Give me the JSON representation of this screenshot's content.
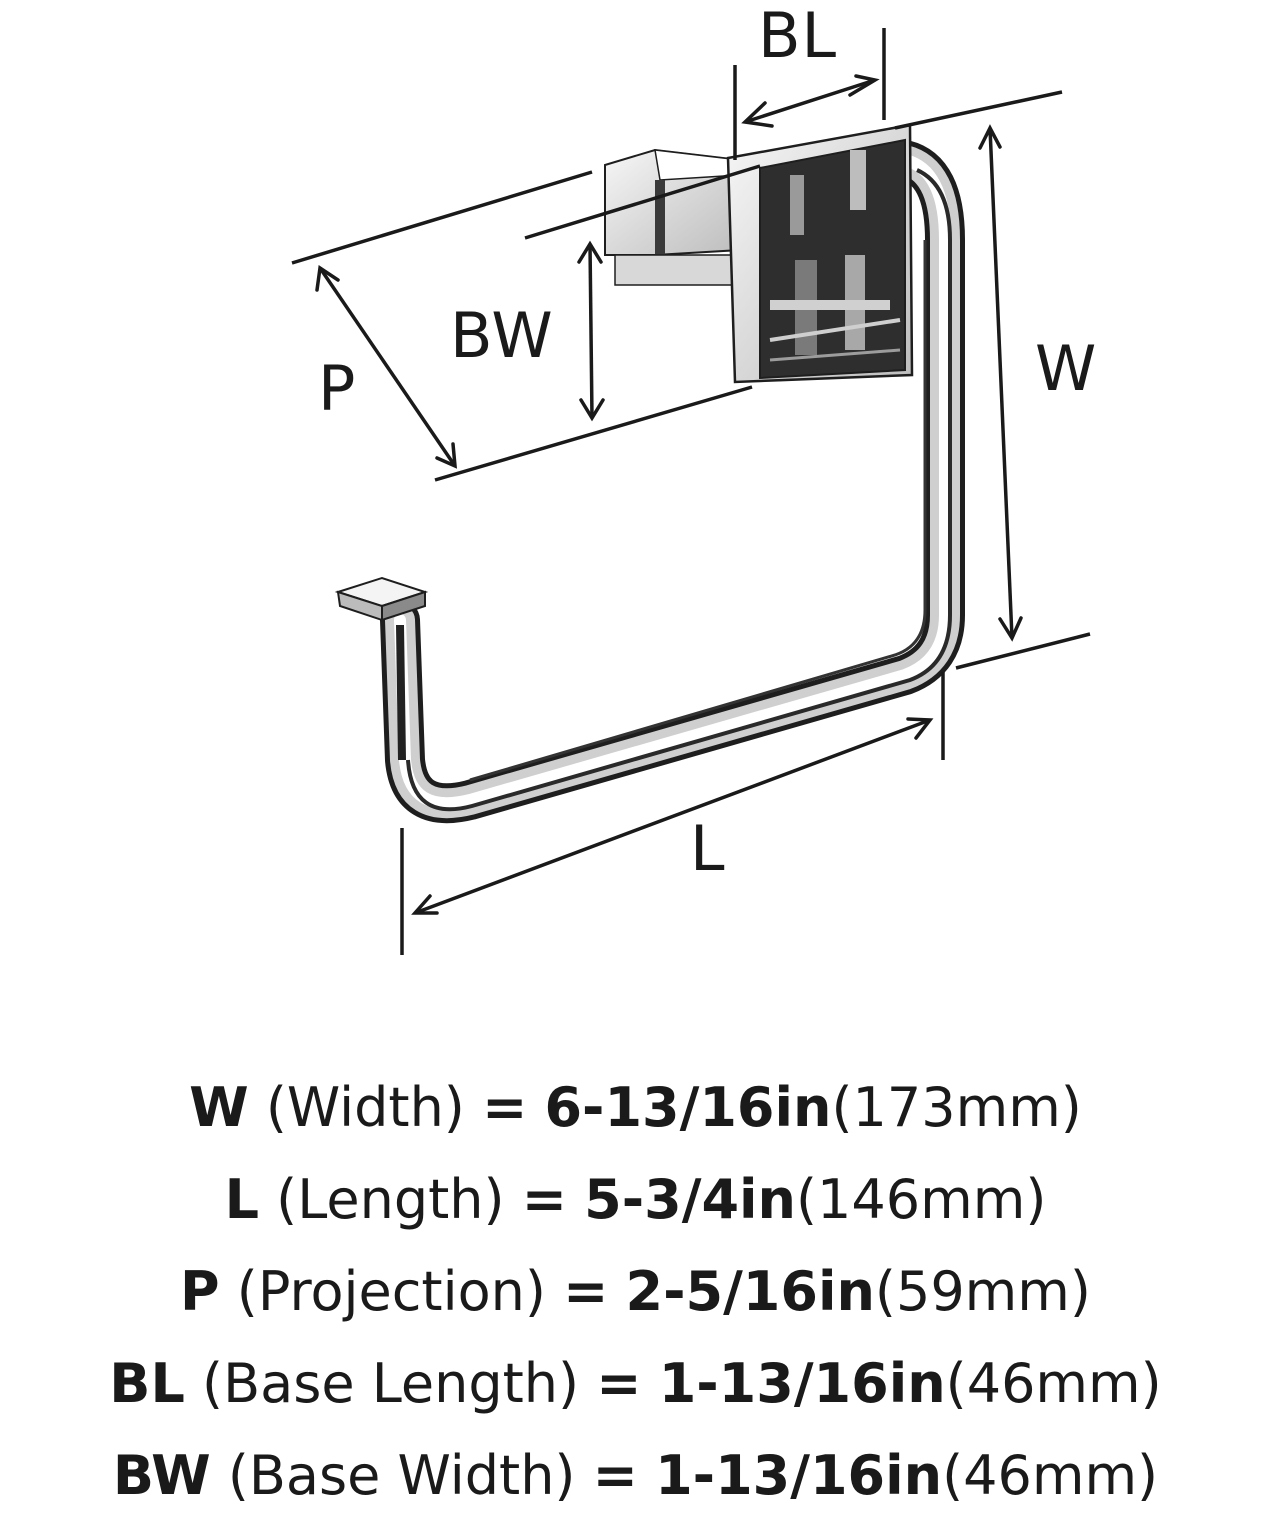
{
  "diagram": {
    "labels": {
      "BL": "BL",
      "BW": "BW",
      "P": "P",
      "W": "W",
      "L": "L"
    },
    "colors": {
      "line": "#1a1a1a",
      "chrome_light": "#f2f2f2",
      "chrome_mid": "#b9b9b9",
      "chrome_dark": "#3a3a3a"
    }
  },
  "specs": [
    {
      "code": "W",
      "desc": "(Width)",
      "eq": "=",
      "imperial": "6-13/16in",
      "metric": "(173mm)"
    },
    {
      "code": "L",
      "desc": "(Length)",
      "eq": "=",
      "imperial": "5-3/4in",
      "metric": "(146mm)"
    },
    {
      "code": "P",
      "desc": "(Projection)",
      "eq": "=",
      "imperial": "2-5/16in",
      "metric": "(59mm)"
    },
    {
      "code": "BL",
      "desc": "(Base Length)",
      "eq": "=",
      "imperial": "1-13/16in",
      "metric": "(46mm)"
    },
    {
      "code": "BW",
      "desc": "(Base Width)",
      "eq": "=",
      "imperial": "1-13/16in",
      "metric": "(46mm)"
    }
  ]
}
